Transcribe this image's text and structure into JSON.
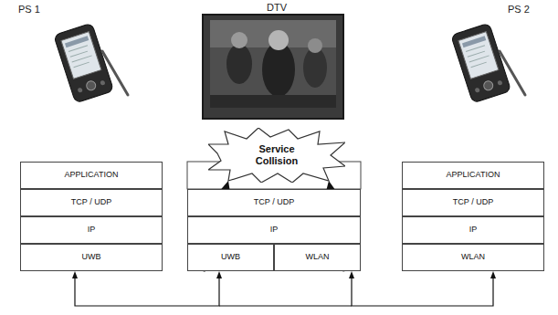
{
  "diagram": {
    "nodes": [
      {
        "text": [
          "APPLICATION"
        ]
      },
      {
        "text": [
          "TCP / UDP"
        ]
      },
      {
        "text": [
          "IP"
        ]
      },
      {
        "text": [
          "UWB"
        ]
      },
      {
        "text": [
          "Service Collision"
        ]
      },
      {
        "text": [
          "TCP / UDP"
        ]
      },
      {
        "text": [
          "IP"
        ]
      },
      {
        "text": [
          "UWB"
        ]
      },
      {
        "text": [
          "WLAN"
        ]
      },
      {
        "text": [
          "APPLICATION"
        ]
      },
      {
        "text": [
          "TCP / UDP"
        ]
      },
      {
        "text": [
          "IP"
        ]
      },
      {
        "text": [
          "WLAN"
        ]
      }
    ],
    "edges": [
      {
        "from": 3,
        "to": 7,
        "arrow": "both"
      },
      {
        "from": 7,
        "to": 4,
        "arrow": "to"
      },
      {
        "from": 8,
        "to": 4,
        "arrow": "to"
      },
      {
        "from": 12,
        "to": 8,
        "arrow": "both"
      }
    ],
    "labels": [
      "PS 1",
      "DTV",
      "PS 2"
    ]
  }
}
